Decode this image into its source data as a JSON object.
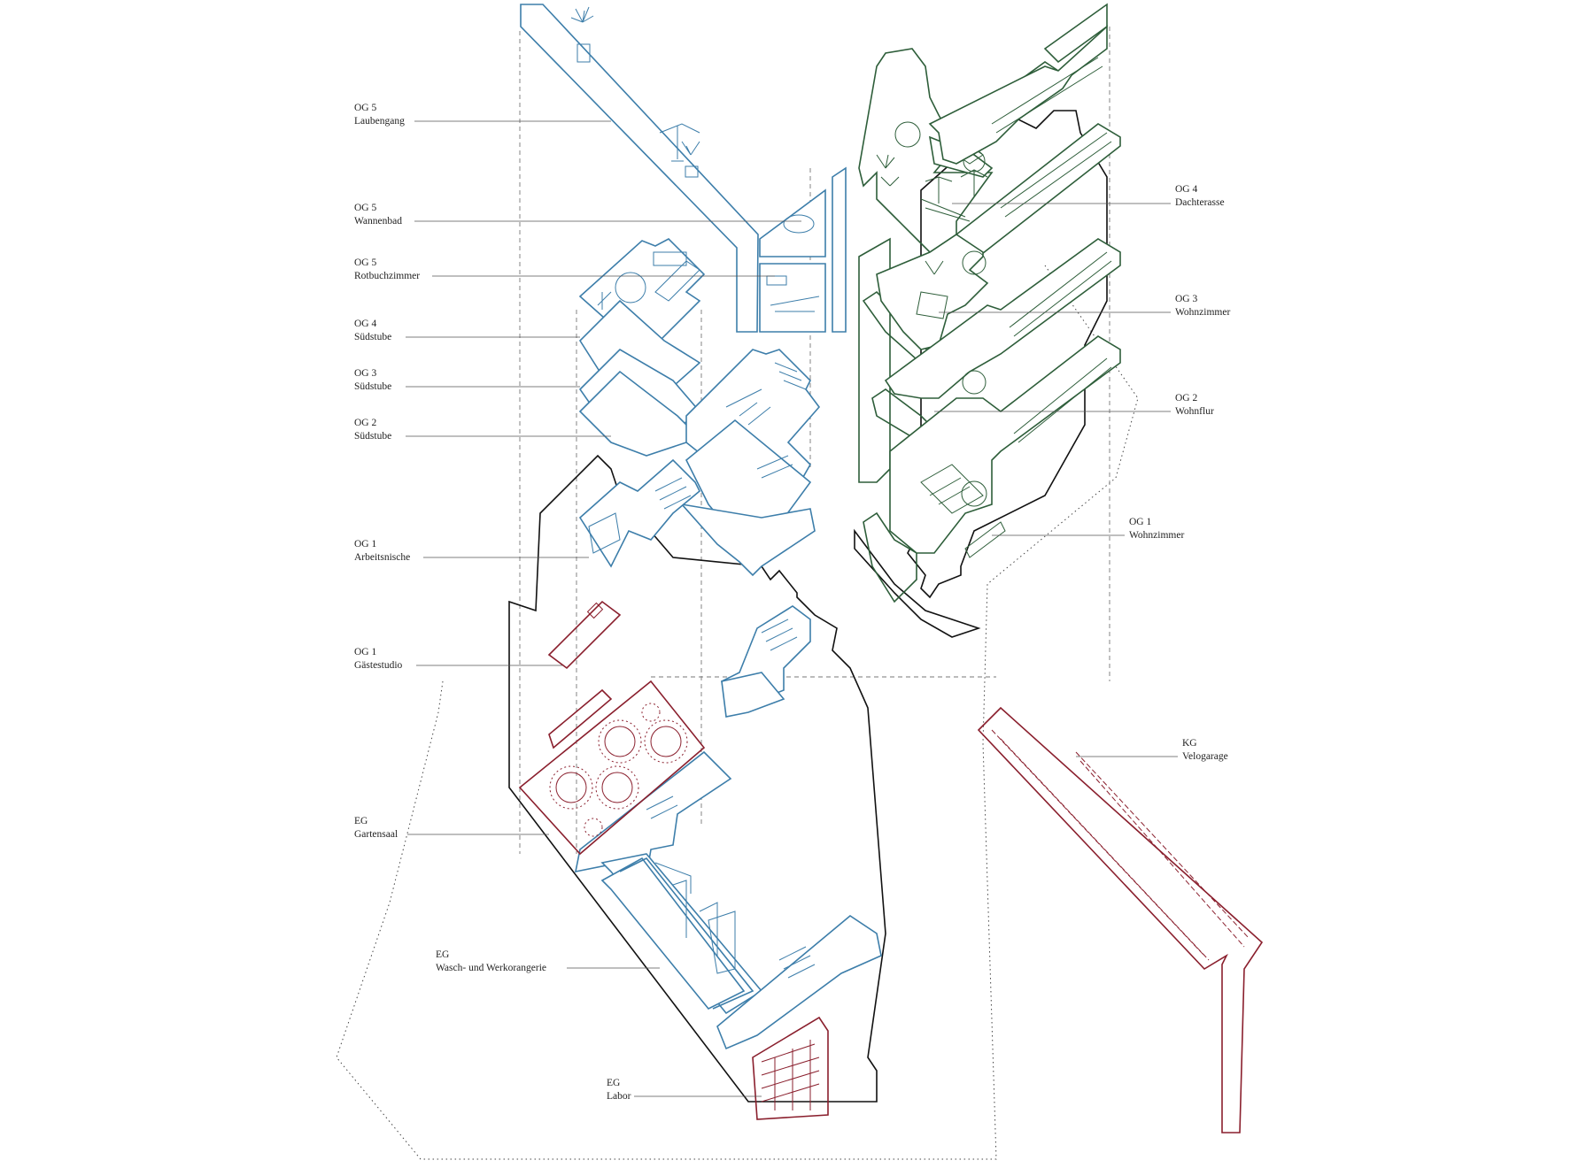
{
  "labels": [
    {
      "id": "og5-laubengang",
      "level": "OG 5",
      "room": "Laubengang",
      "side": "left"
    },
    {
      "id": "og5-wannenbad",
      "level": "OG 5",
      "room": "Wannenbad",
      "side": "left"
    },
    {
      "id": "og5-rotbuchzimmer",
      "level": "OG 5",
      "room": "Rotbuchzimmer",
      "side": "left"
    },
    {
      "id": "og4-suedstube",
      "level": "OG 4",
      "room": "Südstube",
      "side": "left"
    },
    {
      "id": "og3-suedstube",
      "level": "OG 3",
      "room": "Südstube",
      "side": "left"
    },
    {
      "id": "og2-suedstube",
      "level": "OG 2",
      "room": "Südstube",
      "side": "left"
    },
    {
      "id": "og1-arbeitsnische",
      "level": "OG 1",
      "room": "Arbeitsnische",
      "side": "left"
    },
    {
      "id": "og1-gaestestudio",
      "level": "OG 1",
      "room": "Gästestudio",
      "side": "left"
    },
    {
      "id": "eg-gartensaal",
      "level": "EG",
      "room": "Gartensaal",
      "side": "left"
    },
    {
      "id": "eg-wasch-werkorangerie",
      "level": "EG",
      "room": "Wasch- und Werkorangerie",
      "side": "left"
    },
    {
      "id": "eg-labor",
      "level": "EG",
      "room": "Labor",
      "side": "left"
    },
    {
      "id": "og4-dachterasse",
      "level": "OG 4",
      "room": "Dachterasse",
      "side": "right"
    },
    {
      "id": "og3-wohnzimmer",
      "level": "OG 3",
      "room": "Wohnzimmer",
      "side": "right"
    },
    {
      "id": "og2-wohnflur",
      "level": "OG 2",
      "room": "Wohnflur",
      "side": "right"
    },
    {
      "id": "og1-wohnzimmer",
      "level": "OG 1",
      "room": "Wohnzimmer",
      "side": "right"
    },
    {
      "id": "kg-velogarage",
      "level": "KG",
      "room": "Velogarage",
      "side": "right"
    }
  ],
  "colors": {
    "blue_building": "#3d7eaa",
    "green_building": "#2e5e3a",
    "red_ground_level": "#8a1f2d",
    "outline": "#111111",
    "leader": "#555555"
  }
}
